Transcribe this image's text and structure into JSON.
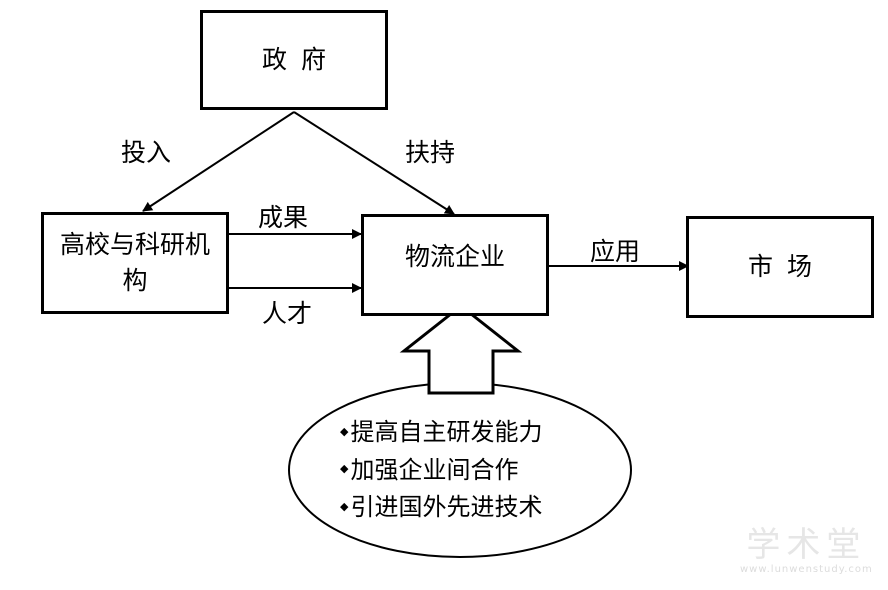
{
  "nodes": {
    "government": "政府",
    "university": "高校与科研机构",
    "logistics": "物流企业",
    "market": "市场"
  },
  "edges": {
    "investment": "投入",
    "support": "扶持",
    "results": "成果",
    "talent": "人才",
    "application": "应用"
  },
  "measures": [
    "提高自主研发能力",
    "加强企业间合作",
    "引进国外先进技术"
  ],
  "watermark": {
    "text": "学术堂",
    "url": "www.lunwenstudy.com"
  }
}
